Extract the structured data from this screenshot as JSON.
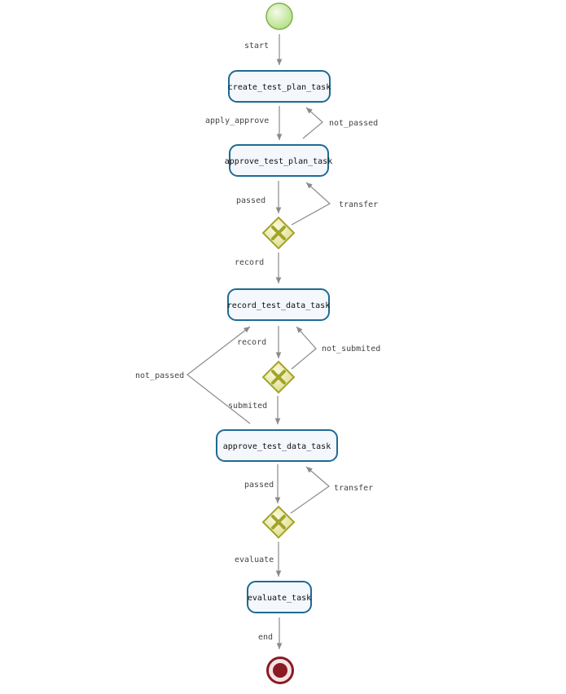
{
  "colors": {
    "task_border": "#1f6a94",
    "task_fill": "#f4f7fb",
    "edge": "#8a8a8a",
    "gateway_fill": "#dcdc8a",
    "gateway_border": "#a3a32c",
    "start_event": "#b8e08a",
    "end_event": "#8b1a22"
  },
  "nodes": {
    "start": {
      "type": "start-event",
      "icon": "start-event-circle"
    },
    "end": {
      "type": "end-event",
      "icon": "end-event-circle"
    },
    "create_test_plan_task": {
      "label": "create_test_plan_task"
    },
    "approve_test_plan_task": {
      "label": "approve_test_plan_task"
    },
    "record_test_data_task": {
      "label": "record_test_data_task"
    },
    "approve_test_data_task": {
      "label": "approve_test_data_task"
    },
    "evaluate_task": {
      "label": "evaluate_task"
    },
    "gateway_1": {
      "type": "exclusive-gateway",
      "icon": "exclusive-gateway-x"
    },
    "gateway_2": {
      "type": "exclusive-gateway",
      "icon": "exclusive-gateway-x"
    },
    "gateway_3": {
      "type": "exclusive-gateway",
      "icon": "exclusive-gateway-x"
    }
  },
  "edges": {
    "start": "start",
    "apply_approve": "apply_approve",
    "not_passed_1": "not_passed",
    "passed_1": "passed",
    "transfer_1": "transfer",
    "record_1": "record",
    "record_2": "record",
    "not_submited": "not_submited",
    "not_passed_2": "not_passed",
    "submited": "submited",
    "passed_2": "passed",
    "transfer_2": "transfer",
    "evaluate": "evaluate",
    "end": "end"
  }
}
